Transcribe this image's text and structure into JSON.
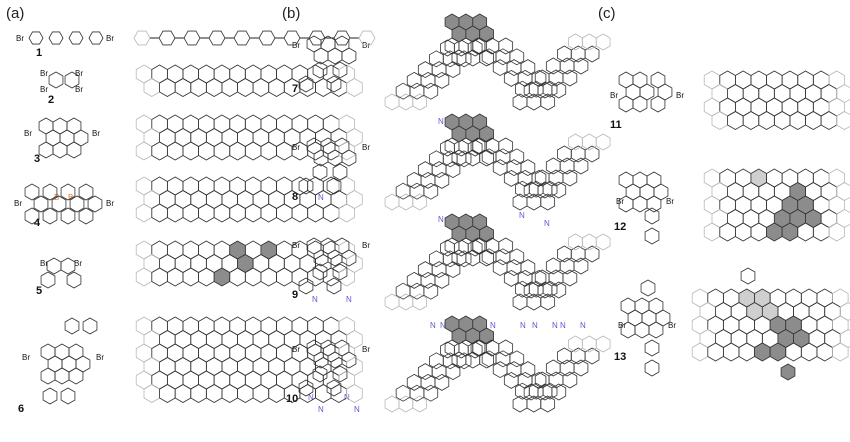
{
  "panels": [
    {
      "id": "a",
      "label": "(a)"
    },
    {
      "id": "b",
      "label": "(b)"
    },
    {
      "id": "c",
      "label": "(c)"
    }
  ],
  "atom_labels": {
    "bromine": "Br",
    "boron": "B",
    "nitrogen": "N"
  },
  "compounds": [
    {
      "number": "1"
    },
    {
      "number": "2"
    },
    {
      "number": "3"
    },
    {
      "number": "4"
    },
    {
      "number": "5"
    },
    {
      "number": "6"
    },
    {
      "number": "7"
    },
    {
      "number": "8"
    },
    {
      "number": "9"
    },
    {
      "number": "10"
    },
    {
      "number": "11"
    },
    {
      "number": "12"
    },
    {
      "number": "13"
    }
  ],
  "colors": {
    "bond": "#222222",
    "highlight_dark": "#8c8c8c",
    "highlight_light": "#cfcfcf",
    "nitrogen": "#5a5ad0",
    "boron": "#e07a30",
    "faded": "#b8b8b8"
  }
}
